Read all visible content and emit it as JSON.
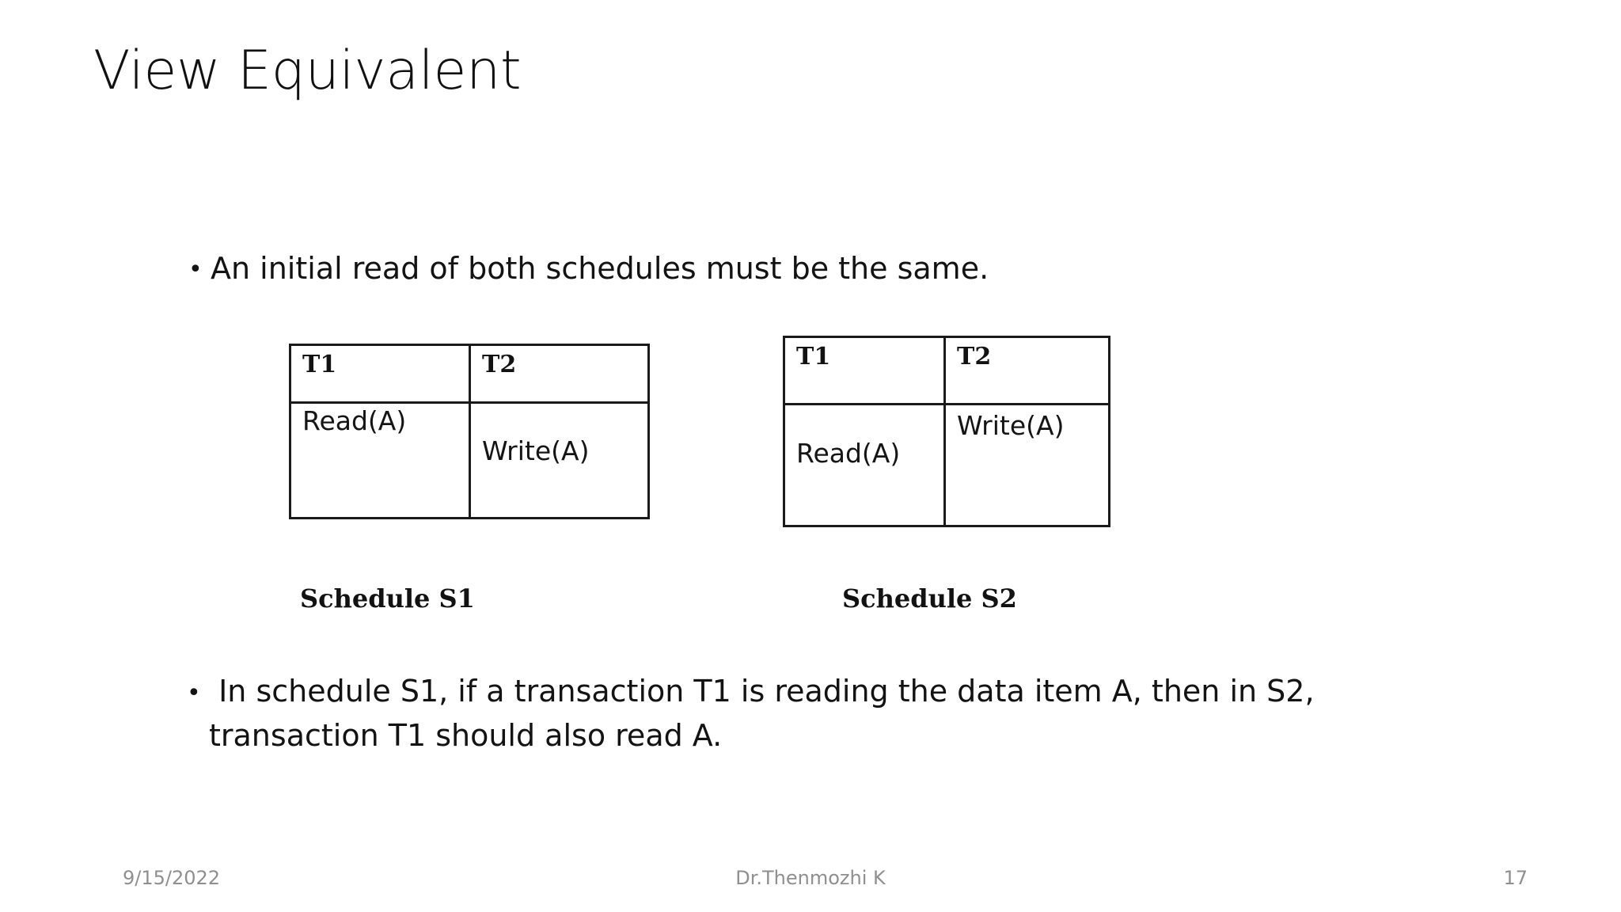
{
  "slide": {
    "title": "View Equivalent",
    "bullets": [
      {
        "marker": "•",
        "text": "An initial read of both schedules must be the same."
      },
      {
        "marker": "•",
        "text": " In schedule S1, if a transaction T1 is reading the data item A, then in S2, transaction T1 should also read A."
      }
    ],
    "tables": [
      {
        "id": "s1",
        "caption": "Schedule S1",
        "headers": [
          "T1",
          "T2"
        ],
        "rows": [
          {
            "t1": "Read(A)",
            "t2": "Write(A)"
          }
        ]
      },
      {
        "id": "s2",
        "caption": "Schedule S2",
        "headers": [
          "T1",
          "T2"
        ],
        "rows": [
          {
            "t1": "Read(A)",
            "t2": "Write(A)"
          }
        ]
      }
    ],
    "footer": {
      "date": "9/15/2022",
      "note": "Dr.Thenmozhi K",
      "page_number": "17"
    },
    "colors": {
      "background": "#ffffff",
      "body_text": "#131313",
      "table_border": "#1a1a1a",
      "footer_text": "#8f8f8f"
    }
  }
}
